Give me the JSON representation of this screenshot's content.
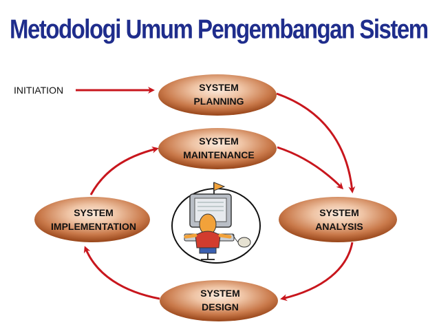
{
  "title": "Metodologi Umum Pengembangan Sistem",
  "initiation_label": "INITIATION",
  "nodes": {
    "planning": {
      "line1": "SYSTEM",
      "line2": "PLANNING"
    },
    "maintenance": {
      "line1": "SYSTEM",
      "line2": "MAINTENANCE"
    },
    "analysis": {
      "line1": "SYSTEM",
      "line2": "ANALYSIS"
    },
    "implementation": {
      "line1": "SYSTEM",
      "line2": "IMPLEMENTATION"
    },
    "design": {
      "line1": "SYSTEM",
      "line2": "DESIGN"
    }
  },
  "colors": {
    "title": "#1f2d8c",
    "arrow": "#c8161d",
    "node_light": "#f6dcc8",
    "node_dark": "#9c4a1e"
  },
  "center_icon": "person-at-computer-icon"
}
